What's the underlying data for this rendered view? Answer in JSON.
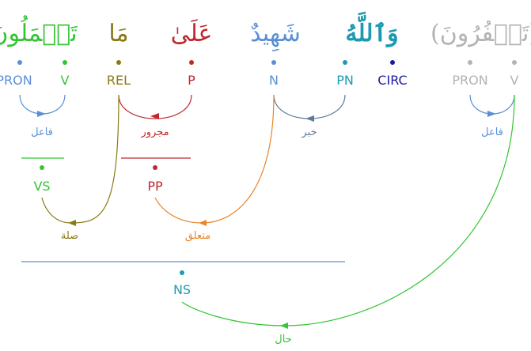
{
  "colors": {
    "green": "#34c434",
    "olive": "#8a7a14",
    "red": "#c0282e",
    "blue": "#5a8fd6",
    "teal": "#1d9ab1",
    "navy": "#1a1aa6",
    "grey": "#b3b3b3",
    "slate": "#5f7a99",
    "orange": "#e8852a"
  },
  "words": [
    {
      "key": "takfurun",
      "text": "(تَكۡفُرُونَ)",
      "color": "grey",
      "tokens": [
        {
          "tag": "PRON",
          "color": "grey"
        },
        {
          "tag": "V",
          "color": "grey"
        }
      ]
    },
    {
      "key": "wallahu",
      "text": "وَٱللَّهُ",
      "color": "teal",
      "tokens": [
        {
          "tag": "PN",
          "color": "teal"
        },
        {
          "tag": "CIRC",
          "color": "navy"
        }
      ]
    },
    {
      "key": "shahidun",
      "text": "شَهِيدٌ",
      "color": "blue",
      "tokens": [
        {
          "tag": "N",
          "color": "blue"
        }
      ]
    },
    {
      "key": "ala",
      "text": "عَلَىٰ",
      "color": "red",
      "tokens": [
        {
          "tag": "P",
          "color": "red"
        }
      ]
    },
    {
      "key": "ma",
      "text": "مَا",
      "color": "olive",
      "tokens": [
        {
          "tag": "REL",
          "color": "olive"
        }
      ]
    },
    {
      "key": "tamaluna",
      "text": "تَعۡمَلُونَ",
      "color": "green",
      "tokens": [
        {
          "tag": "PRON",
          "color": "blue"
        },
        {
          "tag": "V",
          "color": "green"
        }
      ]
    }
  ],
  "phrases": [
    {
      "key": "vs",
      "tag": "VS",
      "color": "green"
    },
    {
      "key": "pp",
      "tag": "PP",
      "color": "red"
    },
    {
      "key": "ns",
      "tag": "NS",
      "color": "teal"
    }
  ],
  "relations": [
    {
      "key": "fail-takfurun",
      "label": "فاعل",
      "color": "blue"
    },
    {
      "key": "khabar",
      "label": "خبر",
      "color": "slate"
    },
    {
      "key": "majrur",
      "label": "مجرور",
      "color": "red"
    },
    {
      "key": "fail-tamaluna",
      "label": "فاعل",
      "color": "blue"
    },
    {
      "key": "sila",
      "label": "صلة",
      "color": "olive"
    },
    {
      "key": "mutaalliq",
      "label": "متعلق",
      "color": "orange"
    },
    {
      "key": "hal",
      "label": "حال",
      "color": "green"
    }
  ]
}
